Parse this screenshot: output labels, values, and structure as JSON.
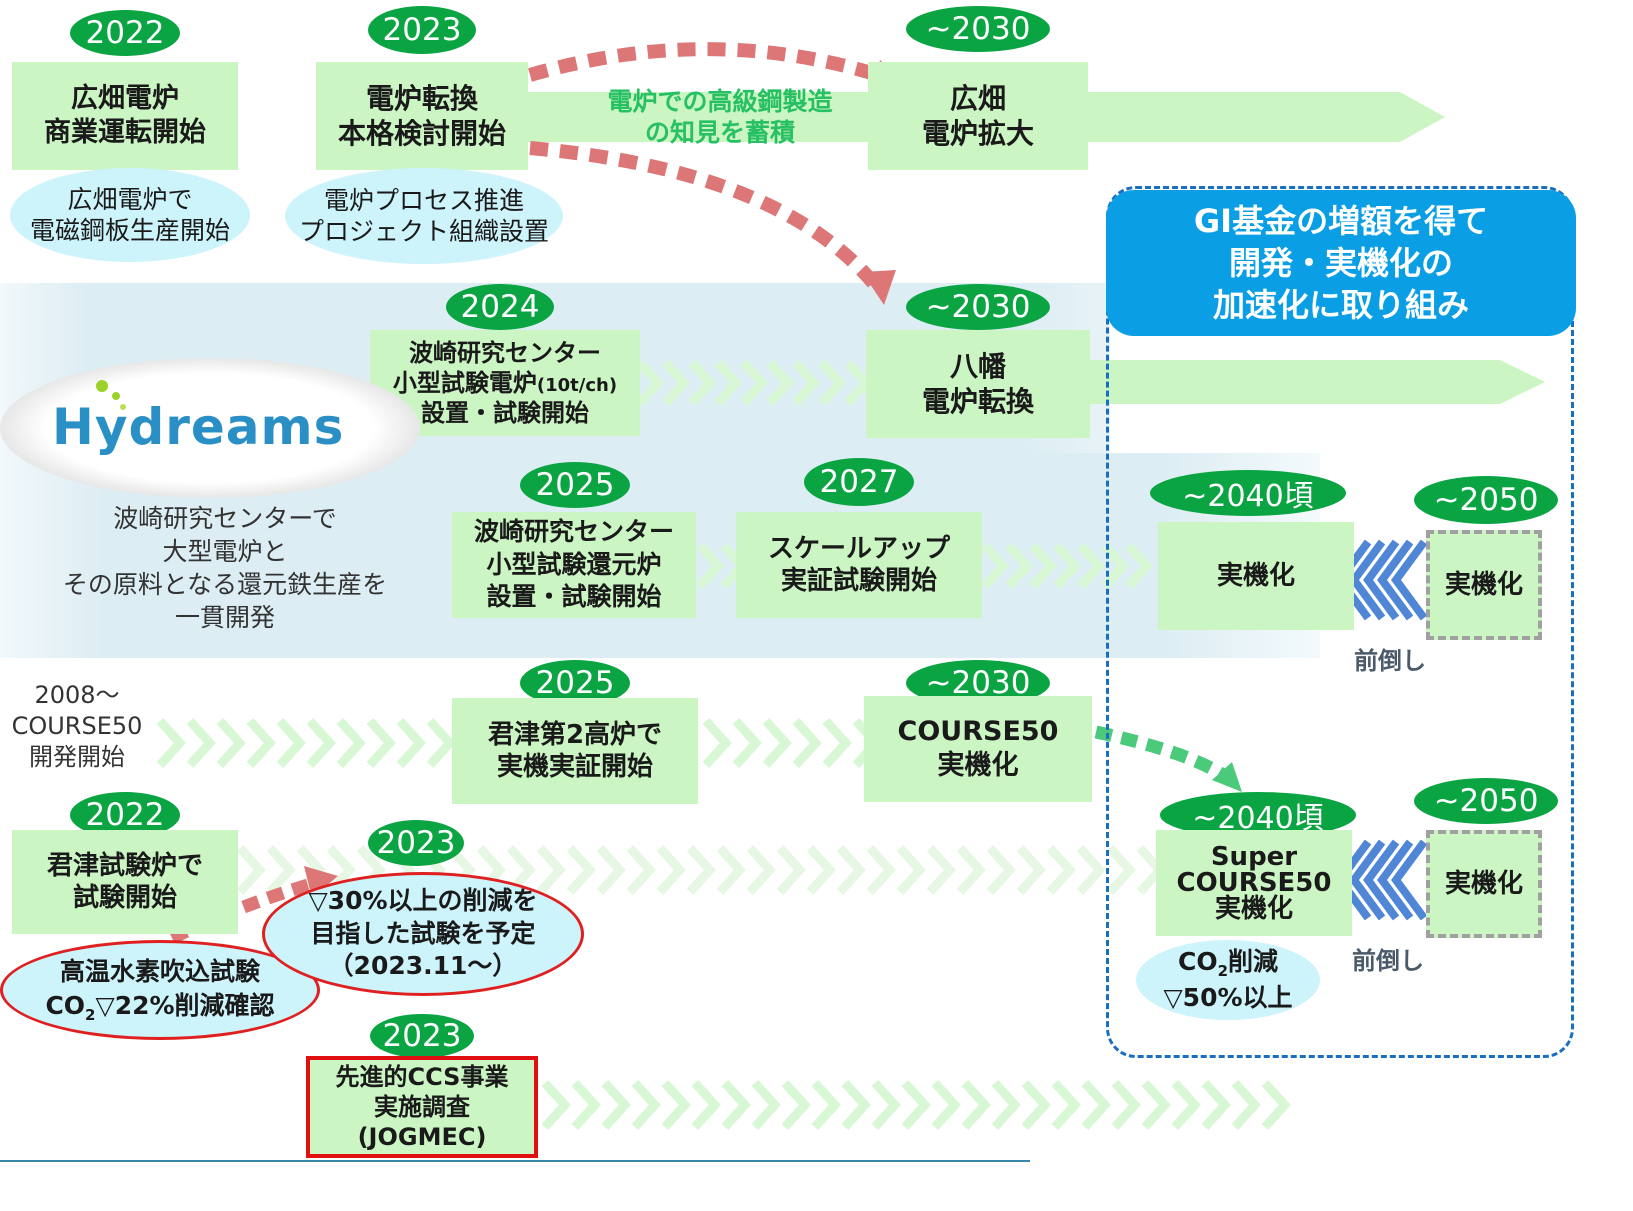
{
  "colors": {
    "box_fill": "#ccf5c4",
    "pill": "#0aa542",
    "oval": "#cdf3fb",
    "band": "#dcedf3",
    "red_arrow": "#dd7777",
    "green_arrow": "#4cca7b",
    "blue_chevron": "#4f86d6",
    "gi_box": "#0a9ee5",
    "chevron_light": "#d8f7d4"
  },
  "logo": {
    "text": "Hydreams"
  },
  "row1": {
    "y2022": {
      "year": "2022",
      "box": "広畑電炉\n商業運転開始",
      "oval": "広畑電炉で\n電磁鋼板生産開始"
    },
    "y2023": {
      "year": "2023",
      "box": "電炉転換\n本格検討開始",
      "oval": "電炉プロセス推進\nプロジェクト組織設置"
    },
    "arrow_label": "電炉での高級鋼製造\nの知見を蓄積",
    "y2030": {
      "year": "~2030",
      "box": "広畑\n電炉拡大"
    }
  },
  "gi": {
    "text": "GI基金の増額を得て\n開発・実機化の\n加速化に取り組み"
  },
  "row2": {
    "y2024": {
      "year": "2024",
      "box_line1": "波崎研究センター",
      "box_line2": "小型試験電炉",
      "box_small": "(10t/ch)",
      "box_line3": "設置・試験開始"
    },
    "y2030": {
      "year": "~2030",
      "box": "八幡\n電炉転換"
    }
  },
  "row3": {
    "note": "波崎研究センターで\n大型電炉と\nその原料となる還元鉄生産を\n一貫開発",
    "y2025": {
      "year": "2025",
      "box": "波崎研究センター\n小型試験還元炉\n設置・試験開始"
    },
    "y2027": {
      "year": "2027",
      "box": "スケールアップ\n実証試験開始"
    },
    "y2040": {
      "year": "~2040頃",
      "box": "実機化"
    },
    "y2050": {
      "year": "~2050",
      "box": "実機化"
    },
    "advance": "前倒し"
  },
  "row4": {
    "start": "2008～\nCOURSE50\n開発開始",
    "y2025": {
      "year": "2025",
      "box": "君津第2高炉で\n実機実証開始"
    },
    "y2030": {
      "year": "~2030",
      "box": "COURSE50\n実機化"
    },
    "y2040": {
      "year": "~2040頃",
      "box": "Super\nCOURSE50\n実機化"
    },
    "y2050": {
      "year": "~2050",
      "box": "実機化"
    },
    "advance": "前倒し",
    "co2_prefix": "CO",
    "co2_sub": "2",
    "co2_suffix": "削減",
    "co2_line2": "▽50%以上"
  },
  "row5": {
    "y2022": {
      "year": "2022",
      "box": "君津試験炉で\n試験開始",
      "oval_line1": "高温水素吹込試験",
      "oval_co": "CO",
      "oval_sub": "2",
      "oval_rest": "▽22%削減確認"
    },
    "y2023": {
      "year": "2023",
      "oval": "▽30%以上の削減を\n目指した試験を予定\n（2023.11～）"
    }
  },
  "row6": {
    "year": "2023",
    "box": "先進的CCS事業\n実施調査\n(JOGMEC)"
  }
}
